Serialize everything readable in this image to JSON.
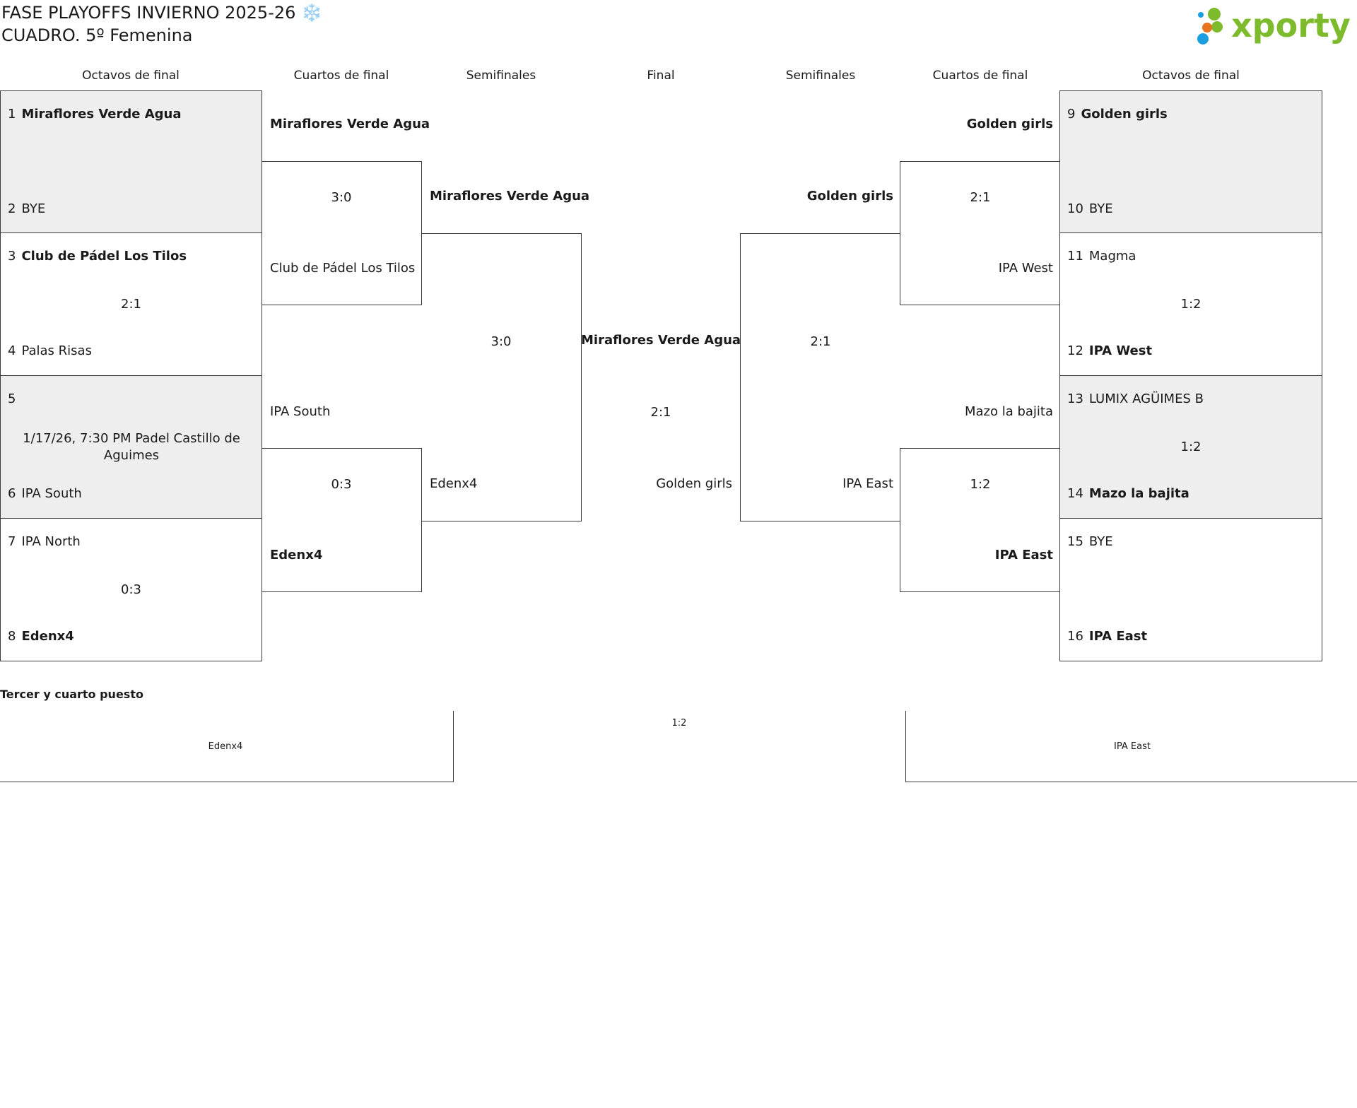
{
  "header": {
    "title_line1": "FASE PLAYOFFS INVIERNO 2025-26 ❄️",
    "title_line2": "CUADRO. 5º Femenina"
  },
  "logo": {
    "text": "xporty",
    "icon": "dots-logo-icon",
    "colors": {
      "green": "#7dbb2c",
      "blue": "#1b9ee0",
      "orange": "#e8741f"
    }
  },
  "rounds": {
    "left_r16": "Octavos de final",
    "left_qf": "Cuartos de final",
    "left_sf": "Semifinales",
    "final": "Final",
    "right_sf": "Semifinales",
    "right_qf": "Cuartos de final",
    "right_r16": "Octavos de final"
  },
  "r16_left": [
    {
      "top_seed": "1",
      "top_name": "Miraflores Verde Agua",
      "bottom_seed": "2",
      "bottom_name": "BYE",
      "score": ""
    },
    {
      "top_seed": "3",
      "top_name": "Club de Pádel Los Tilos",
      "bottom_seed": "4",
      "bottom_name": "Palas Risas",
      "score": "2:1"
    },
    {
      "top_seed": "5",
      "top_name": "",
      "bottom_seed": "6",
      "bottom_name": "IPA South",
      "score": "",
      "info": "1/17/26, 7:30 PM Padel Castillo de Aguimes"
    },
    {
      "top_seed": "7",
      "top_name": "IPA North",
      "bottom_seed": "8",
      "bottom_name": "Edenx4",
      "score": "0:3"
    }
  ],
  "r16_right": [
    {
      "top_seed": "9",
      "top_name": "Golden girls",
      "bottom_seed": "10",
      "bottom_name": "BYE",
      "score": ""
    },
    {
      "top_seed": "11",
      "top_name": "Magma",
      "bottom_seed": "12",
      "bottom_name": "IPA West",
      "score": "1:2"
    },
    {
      "top_seed": "13",
      "top_name": "LUMIX AGÜIMES B",
      "bottom_seed": "14",
      "bottom_name": "Mazo la bajita",
      "score": "1:2"
    },
    {
      "top_seed": "15",
      "top_name": "BYE",
      "bottom_seed": "16",
      "bottom_name": "IPA East",
      "score": ""
    }
  ],
  "qf_left": [
    {
      "top": "Miraflores Verde Agua",
      "bottom": "Club de Pádel Los Tilos",
      "score": "3:0"
    },
    {
      "top": "IPA South",
      "bottom": "Edenx4",
      "score": "0:3"
    }
  ],
  "qf_right": [
    {
      "top": "Golden girls",
      "bottom": "IPA West",
      "score": "2:1"
    },
    {
      "top": "Mazo la bajita",
      "bottom": "IPA East",
      "score": "1:2"
    }
  ],
  "sf_left": {
    "top": "Miraflores Verde Agua",
    "bottom": "Edenx4",
    "score": "3:0"
  },
  "sf_right": {
    "top": "Golden girls",
    "bottom": "IPA East",
    "score": "2:1"
  },
  "final": {
    "top": "Miraflores Verde Agua",
    "bottom": "Golden girls",
    "score": "2:1"
  },
  "third_place": {
    "label": "Tercer y cuarto puesto",
    "left": "Edenx4",
    "right": "IPA East",
    "score": "1:2"
  }
}
